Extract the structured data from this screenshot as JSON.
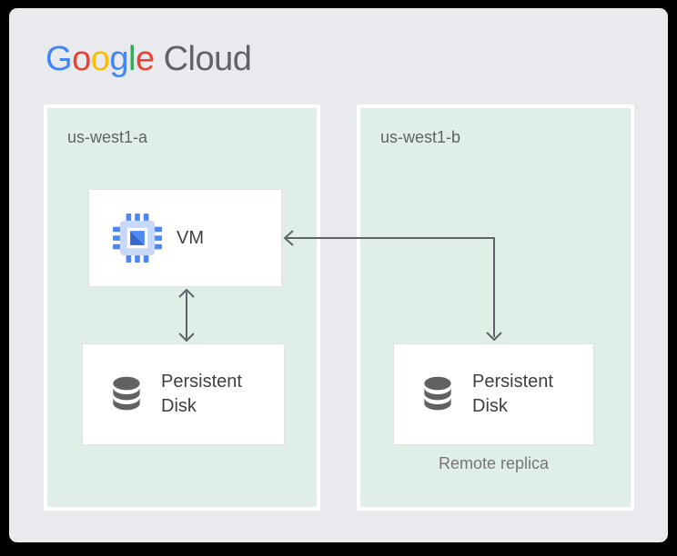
{
  "logo": {
    "letters": [
      {
        "ch": "G",
        "color": "#4285F4"
      },
      {
        "ch": "o",
        "color": "#EA4335"
      },
      {
        "ch": "o",
        "color": "#FBBC04"
      },
      {
        "ch": "g",
        "color": "#4285F4"
      },
      {
        "ch": "l",
        "color": "#34A853"
      },
      {
        "ch": "e",
        "color": "#EA4335"
      }
    ],
    "suffix": "Cloud",
    "suffix_color": "#5F6368"
  },
  "zones": {
    "a": {
      "label": "us-west1-a"
    },
    "b": {
      "label": "us-west1-b"
    }
  },
  "nodes": {
    "vm": {
      "label": "VM",
      "icon": "compute-engine-chip-icon"
    },
    "disk_a": {
      "label": "Persistent Disk",
      "icon": "database-cylinder-icon"
    },
    "disk_b": {
      "label": "Persistent Disk",
      "icon": "database-cylinder-icon",
      "caption": "Remote replica"
    }
  },
  "edges": [
    {
      "from": "vm",
      "to": "disk_a",
      "style": "vertical-double-headed-arrow"
    },
    {
      "from": "disk_b",
      "to": "vm",
      "style": "elbow-double-headed-arrow"
    }
  ],
  "colors": {
    "canvas": "#000000",
    "panel": "#E8EAED",
    "zone-fill": "#DFEFE7",
    "zone-border": "#FFFFFF",
    "node-bg": "#FFFFFF",
    "node-border": "#E0E3E7",
    "arrow": "#5F6368",
    "text-primary": "#3C4043",
    "text-muted": "#5F6368",
    "caption": "#757575",
    "chip-pin": "#4E86F2",
    "chip-body": "#C7D8FA",
    "chip-tri-light": "#5189F5",
    "chip-tri-dark": "#3766C9",
    "disk-gray": "#616161"
  }
}
